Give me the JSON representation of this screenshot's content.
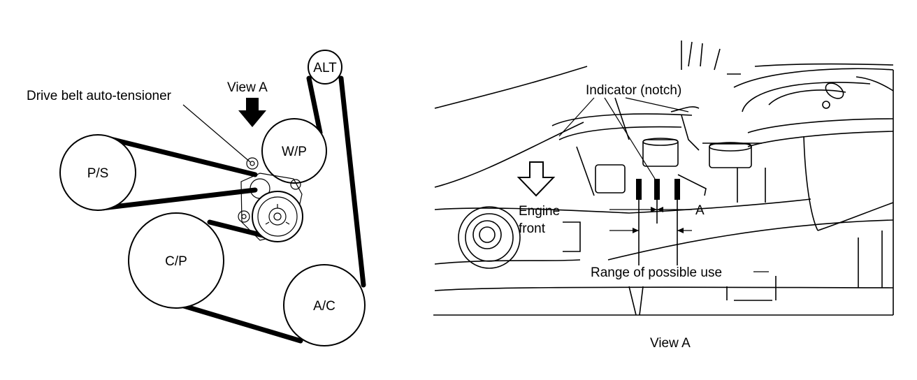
{
  "belt_diagram": {
    "pulleys": [
      {
        "key": "alt",
        "label": "ALT"
      },
      {
        "key": "wp",
        "label": "W/P"
      },
      {
        "key": "ps",
        "label": "P/S"
      },
      {
        "key": "cp",
        "label": "C/P"
      },
      {
        "key": "ac",
        "label": "A/C"
      }
    ],
    "tensioner_label": "Drive belt auto-tensioner",
    "view_label": "View A"
  },
  "view_a": {
    "indicator_label": "Indicator (notch)",
    "engine_front_line1": "Engine",
    "engine_front_line2": "front",
    "a_label": "A",
    "range_label": "Range of possible use",
    "caption": "View A"
  }
}
